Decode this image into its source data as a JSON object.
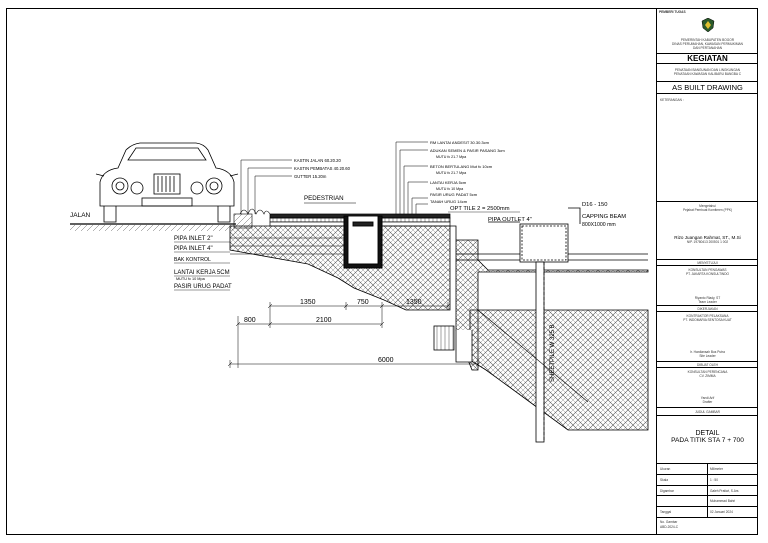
{
  "drawing": {
    "ground_label": "JALAN",
    "pedestrian_label": "PEDESTRIAN",
    "left_callouts": [
      "KASTIN JALAN 60.20.20",
      "KASTIN PEMBATAS 40.20.60",
      "GUTTER 15.20m"
    ],
    "right_callouts": [
      "RM LANTAI ANDESIT 30.30.3cm",
      "ADUKAN SEMEN & PASIR PASANG 3cm",
      "MUTU fc 21.7 Mpa",
      "BETON BERTULANG Mut fc 10cm",
      "MUTU fc 21.7 Mpa",
      "LANTAI KERJA 5cm",
      "MUTU fc 10 Mpa",
      "PASIR URUG PADAT 5cm",
      "TANAH URUG 14cm"
    ],
    "opt_tile": "OPT TILE 2 = 2500mm",
    "pipa_outlet": "PIPA OUTLET 4\"",
    "rebar": "D16 - 150",
    "capping_beam": "CAPPING BEAM",
    "capping_dim": "800X1000 mm",
    "lower_left_labels": [
      "PIPA INLET 2\"",
      "PIPA INLET 4\"",
      "BAK KONTROL",
      "LANTAI KERJA 5CM",
      "MUTU fc 10 Mpa",
      "PASIR URUG PADAT"
    ],
    "sheetpile": "SHEETPILE W 325 B",
    "dims": [
      "1350",
      "750",
      "1350",
      "800",
      "2100",
      "6000"
    ]
  },
  "title_block": {
    "pemberi_tugas": "PEMBERI TUGAS",
    "agency_line1": "PEMERINTAH KABUPATEN BOGOR",
    "agency_line2": "DINAS PERUMAHAN, KAWASAN PERMUKIMAN",
    "agency_line3": "DAN PERTANAHAN",
    "kegiatan_label": "KEGIATAN",
    "kegiatan_text1": "PENATAAN BANGUNAN DAN LINGKUNGAN",
    "kegiatan_text2": "PENATAAN KAWASAN KALIBARU BANGBA C",
    "drawing_type": "AS BUILT DRAWING",
    "keterangan": "KETERANGAN :",
    "mengetahui": "Mengetahui",
    "pejabat": "Pejabat Pembuat Komitmen (PPK)",
    "ppk_name": "Rizo Juangan Rahmat, ST., M.Si",
    "ppk_nip": "NIP. 19780413 200501 1 002",
    "menyetujui": "MENYETUJUI",
    "konsultan": "KONSULTAN PENGAWAS",
    "konsultan_pt": "PT. JAKARTA KONSULTINDO",
    "konsultan_name": "Riyanto Riady, ST",
    "konsultan_role": "Team Leader",
    "dikerjakan": "DIKERJAKAN",
    "kontraktor": "KONTRAKTOR PELAKSANA",
    "kontraktor_pt": "PT. INDOMARIA SENTOSA KUAT",
    "kontraktor_name": "Ir. Hardiansah Bus Putra",
    "kontraktor_role": "Site Leader",
    "diperiksa": "DIBUAT OLEH",
    "drafter_pt": "KONSULTAN PERENCANA",
    "drafter_pt2": "CV. ZIMMA",
    "drafter_name": "Yandi Arif",
    "drafter_role": "Drafter",
    "judul_label": "JUDUL GAMBAR",
    "judul_1": "DETAIL",
    "judul_2": "PADA TITIK STA 7 + 700",
    "rows": [
      {
        "k": "Ukuran",
        "v": "Milimeter"
      },
      {
        "k": "Skala",
        "v": "1 : 50"
      },
      {
        "k": "Digambar",
        "v": "Galeh Pratiwi, S.Ars"
      },
      {
        "k": "",
        "v": "Muhammad Bahri"
      },
      {
        "k": "Tanggal",
        "v": "02 Januari 2024"
      }
    ],
    "no_gambar_label": "No. Gambar",
    "no_gambar": "ABD-2024-C"
  }
}
